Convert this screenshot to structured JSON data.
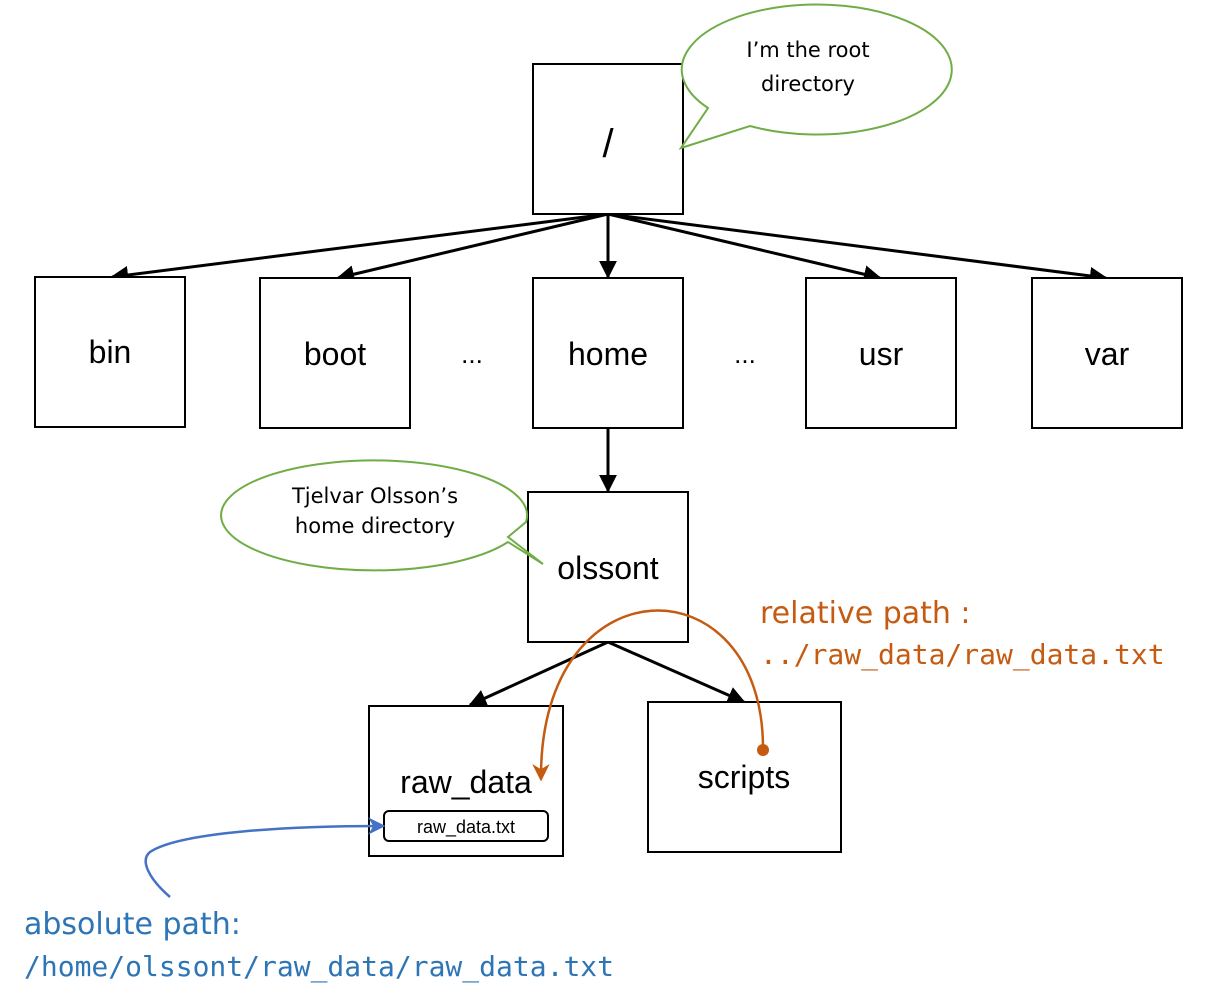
{
  "colors": {
    "line": "#000000",
    "bubble": "#70ad47",
    "relative": "#c55a11",
    "absolute_arrow": "#4472c4",
    "absolute_text": "#2e75b6"
  },
  "nodes": {
    "root": "/",
    "bin": "bin",
    "boot": "boot",
    "home": "home",
    "usr": "usr",
    "var": "var",
    "olssont": "olssont",
    "raw_data": "raw_data",
    "scripts": "scripts",
    "file": "raw_data.txt"
  },
  "ellipses": [
    "...",
    "..."
  ],
  "bubbles": {
    "root": {
      "line1": "I’m the root",
      "line2": "directory"
    },
    "home": {
      "line1": "Tjelvar Olsson’s",
      "line2": "home directory"
    }
  },
  "relative_path": {
    "label": "relative path :",
    "path": "../raw_data/raw_data.txt"
  },
  "absolute_path": {
    "label": "absolute path:",
    "path": "/home/olssont/raw_data/raw_data.txt"
  }
}
